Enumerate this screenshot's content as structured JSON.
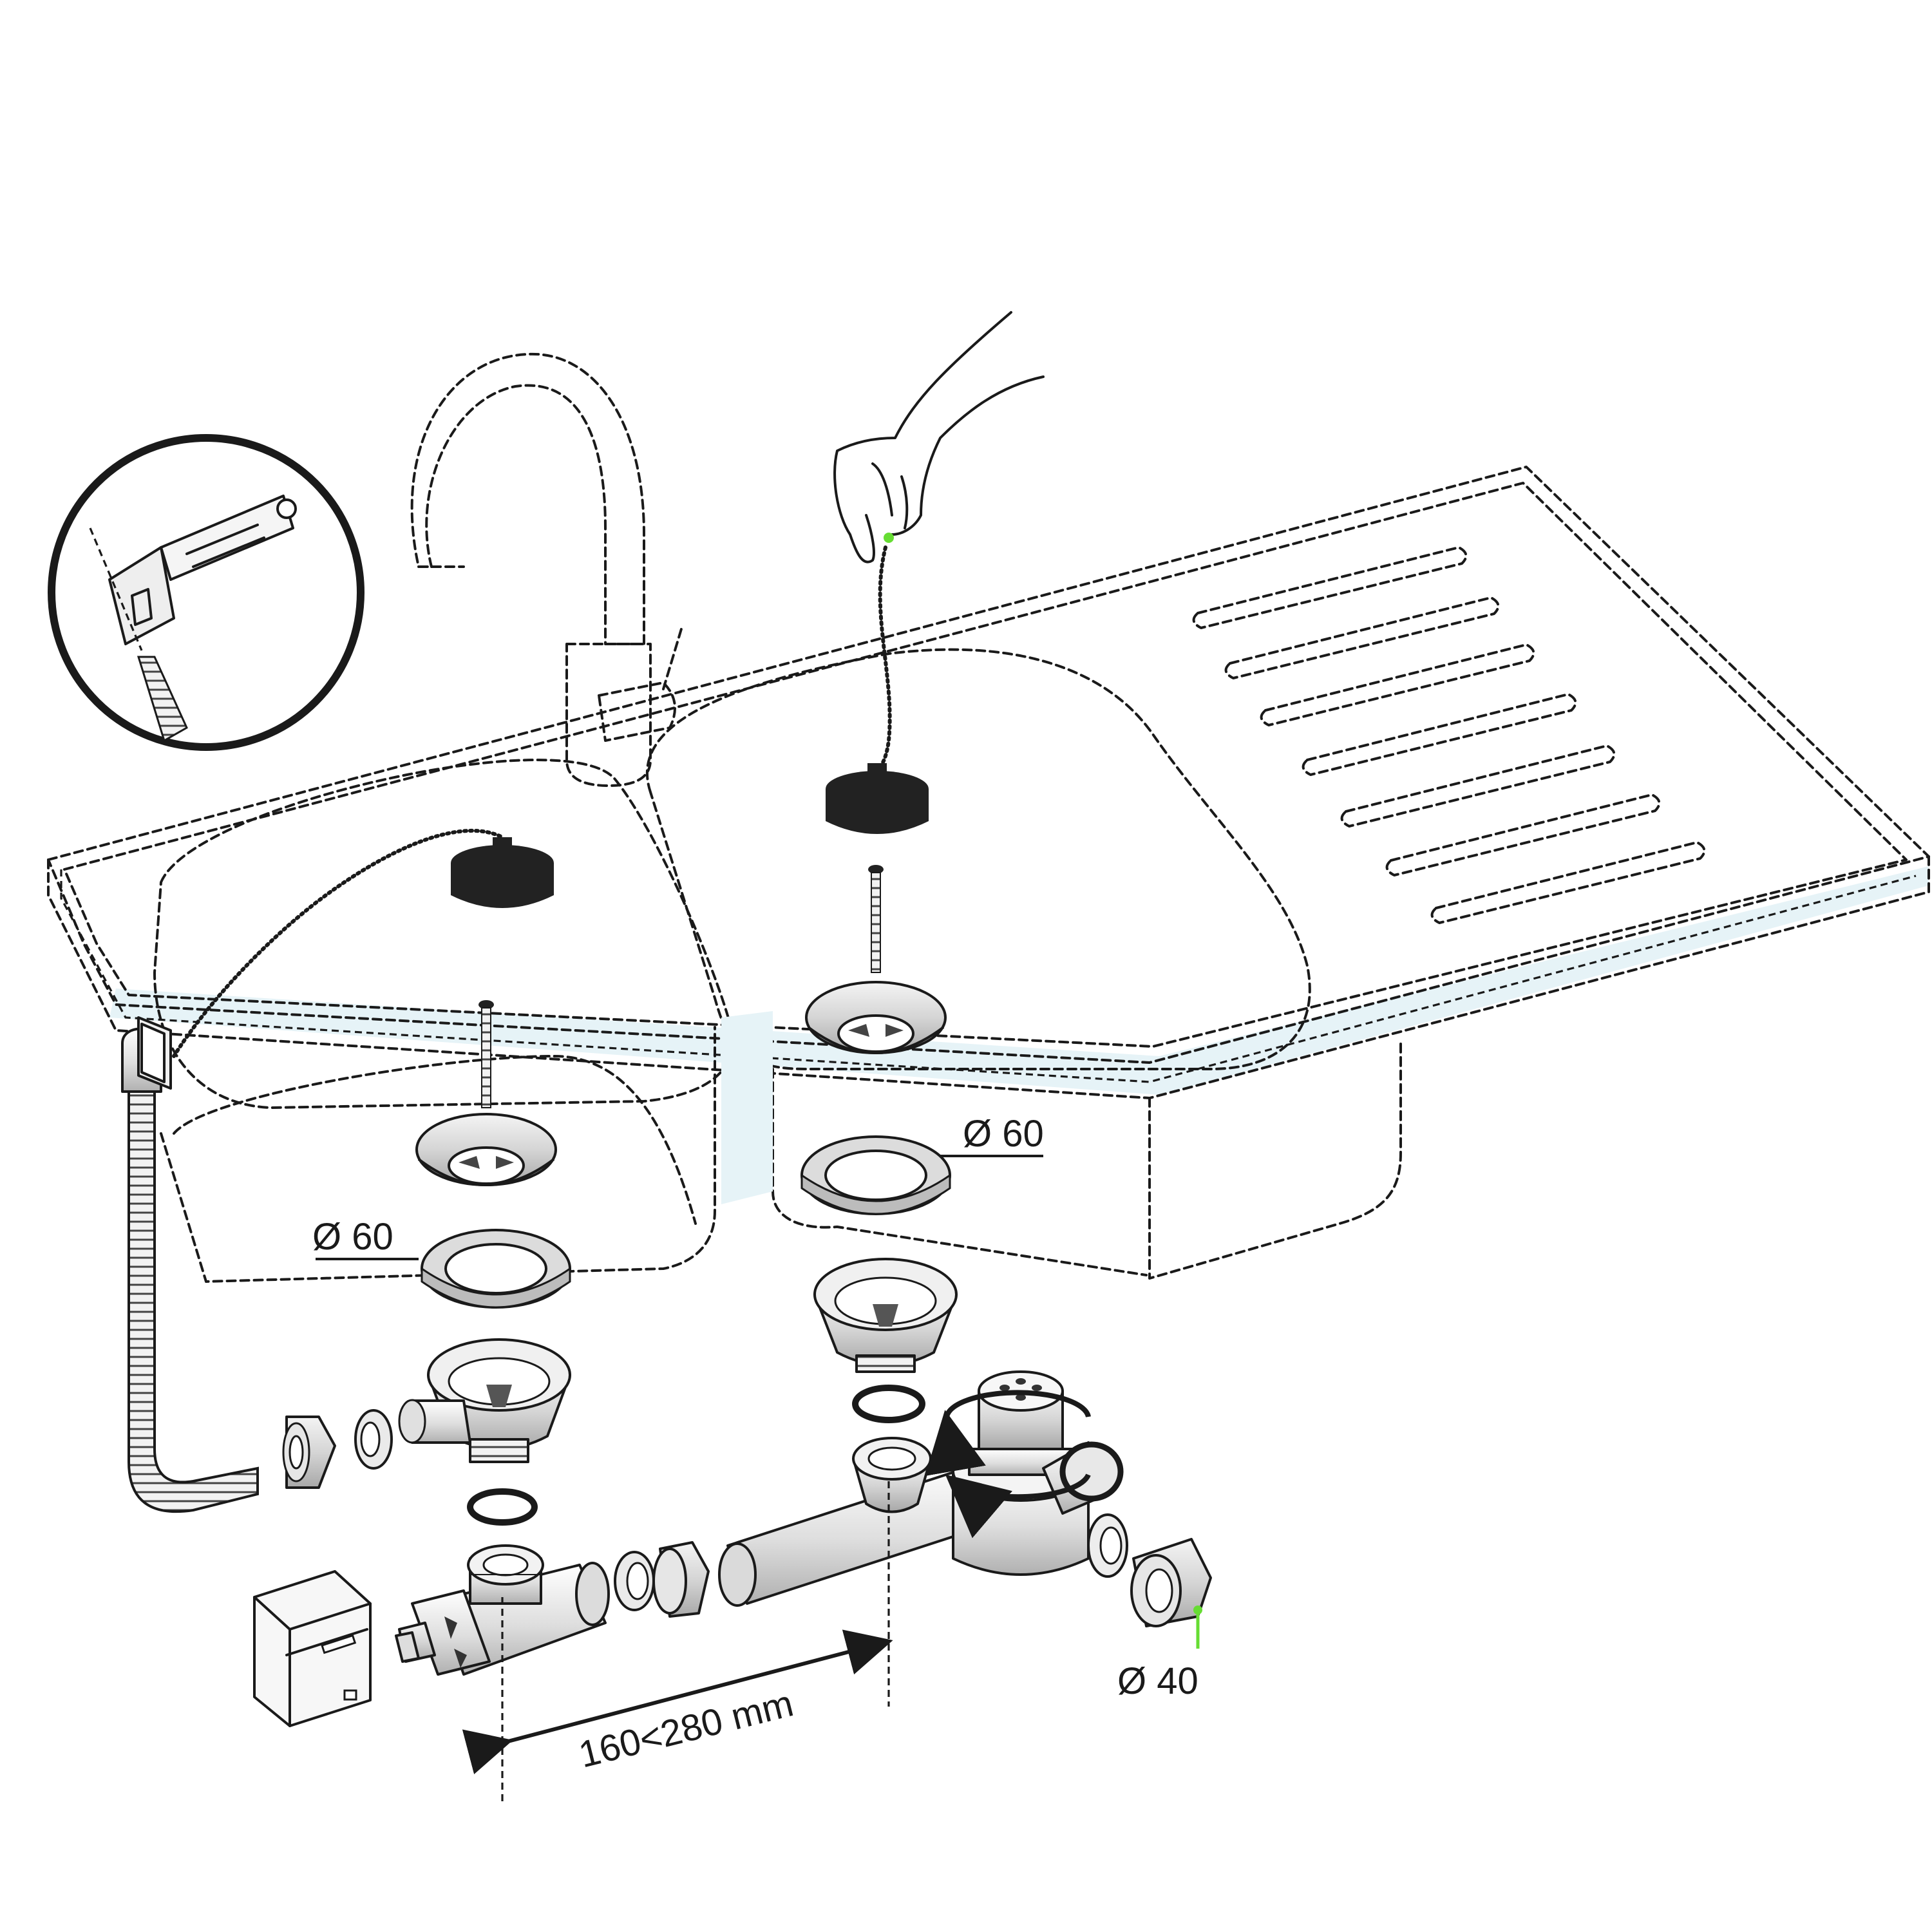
{
  "labels": {
    "dia_left_basket": "Ø 60",
    "dia_right_basket": "Ø 60",
    "dia_outlet": "Ø 40",
    "spacing": "160<280 mm"
  },
  "colors": {
    "line": "#1a1a1a",
    "highlight": "#66dd33",
    "surface_tint": "#e6f3f7",
    "metal_fill": "#e2e2e2",
    "plug_fill": "#222222"
  }
}
